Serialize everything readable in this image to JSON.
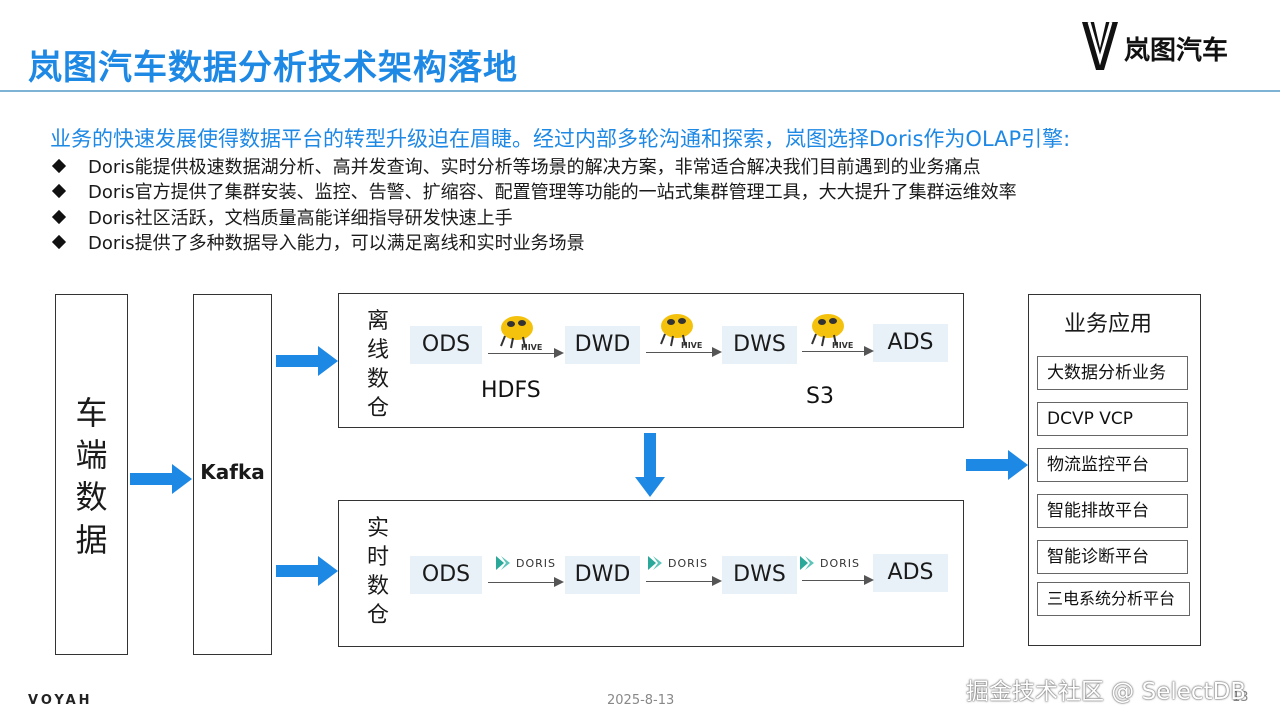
{
  "header": {
    "title": "岚图汽车数据分析技术架构落地",
    "logo_text": "岚图汽车"
  },
  "intro": {
    "headline": "业务的快速发展使得数据平台的转型升级迫在眉睫。经过内部多轮沟通和探索，岚图选择Doris作为OLAP引擎:",
    "bullets": [
      "Doris能提供极速数据湖分析、高并发查询、实时分析等场景的解决方案，非常适合解决我们目前遇到的业务痛点",
      "Doris官方提供了集群安装、监控、告警、扩缩容、配置管理等功能的一站式集群管理工具，大大提升了集群运维效率",
      "Doris社区活跃，文档质量高能详细指导研发快速上手",
      "Doris提供了多种数据导入能力，可以满足离线和实时业务场景"
    ]
  },
  "diagram": {
    "source_label": [
      "车",
      "端",
      "数",
      "据"
    ],
    "kafka_label": "Kafka",
    "offline": {
      "label": [
        "离",
        "线",
        "数",
        "仓"
      ],
      "stages": [
        "ODS",
        "DWD",
        "DWS",
        "ADS"
      ],
      "engine_label": "HIVE",
      "storage_left": "HDFS",
      "storage_right": "S3"
    },
    "realtime": {
      "label": [
        "实",
        "时",
        "数",
        "仓"
      ],
      "stages": [
        "ODS",
        "DWD",
        "DWS",
        "ADS"
      ],
      "engine_label": "DORIS"
    },
    "business": {
      "title": "业务应用",
      "items": [
        "大数据分析业务",
        "DCVP VCP",
        "物流监控平台",
        "智能排故平台",
        "智能诊断平台",
        "三电系统分析平台"
      ]
    }
  },
  "footer": {
    "brand": "VOYAH",
    "date": "2025-8-13",
    "page": "13",
    "watermark": "掘金技术社区 @ SelectDB"
  },
  "colors": {
    "accent": "#1e88e5",
    "stage_fill": "#e8f1f8",
    "doris_teal": "#2aa89a",
    "hive_yellow": "#f4c20d"
  }
}
